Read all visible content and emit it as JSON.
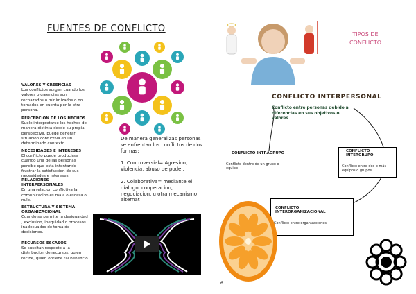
{
  "left": {
    "title": "FUENTES DE CONFLICTO",
    "sections": [
      {
        "heading": "VALORES Y CREENCIAS",
        "body": "Los conflictos surgen cuando los valores o creencias son rechazados o minimizados o no tomados en cuenta por la otra persona."
      },
      {
        "heading": "PERCEPCION DE LOS HECHOS",
        "body": "Suele interpretarse los hechos de manera distinta desde su propia perspectiva, puede generar situacion conflictiva en un determinado contexto."
      },
      {
        "heading": "NECESIDADES E INTERESES",
        "body": "El conflicto puede producirse cuando una de las personas percibe que esta intentando frustrar la satisfaccion de sus necesidades e intereses."
      },
      {
        "heading": "RELACIONES INTERPERSONALES",
        "body": "En una relacion conflictiva la comunicacion es mala o escasa o nulo."
      },
      {
        "heading": "ESTRUCTURA Y SISTEMA ORGANIZACIONAL",
        "body": "Cuando se permite la desigualdad , exclusion, inequidad o procesos inadecuados de toma de decisiones."
      },
      {
        "heading": "RECURSOS ESCASOS",
        "body": "Se suscitan respecto a la distribucion de recursos, quien recibe, quien obtiene tal beneficio."
      }
    ],
    "mid_intro": "De manera generalizas personas se enfrentan los conflictos de dos formas:",
    "mid_item1": "1. Controversial= Agresion, violencia, abuso de poder.",
    "mid_item2": "2. Colaborativa= mediante el dialogo, cooperacion, negociacion, u otra mecanismo alternat",
    "page_number": "6"
  },
  "right": {
    "tipos_title": "TIPOS DE CONFLICTO",
    "interpersonal_title": "CONFLICTO INTERPERSONAL",
    "interpersonal_text": "Conflicto entre personas debido a diferencias en sus objetivos o valores",
    "intragrupo_title": "CONFLICTO INTRAGRUPO",
    "intragrupo_text": "Conflicto dentro de un grupo o equipo",
    "intergrupo_title": "CONFLICTO INTERGRUPO",
    "intergrupo_text": "Conflicto entre dos o más equipos o grupos",
    "interorg_title": "CONFLICTO INTERORGANIZACIONAL",
    "interorg_text": "Conflicto entre organizaciones"
  },
  "colors": {
    "people_magenta": "#c2187a",
    "people_yellow": "#f4c21b",
    "people_green": "#7ac143",
    "people_teal": "#2aa6b8",
    "orange": "#f08a12",
    "tipos_pink": "#c94a7a"
  },
  "icons": [
    "play-icon"
  ]
}
